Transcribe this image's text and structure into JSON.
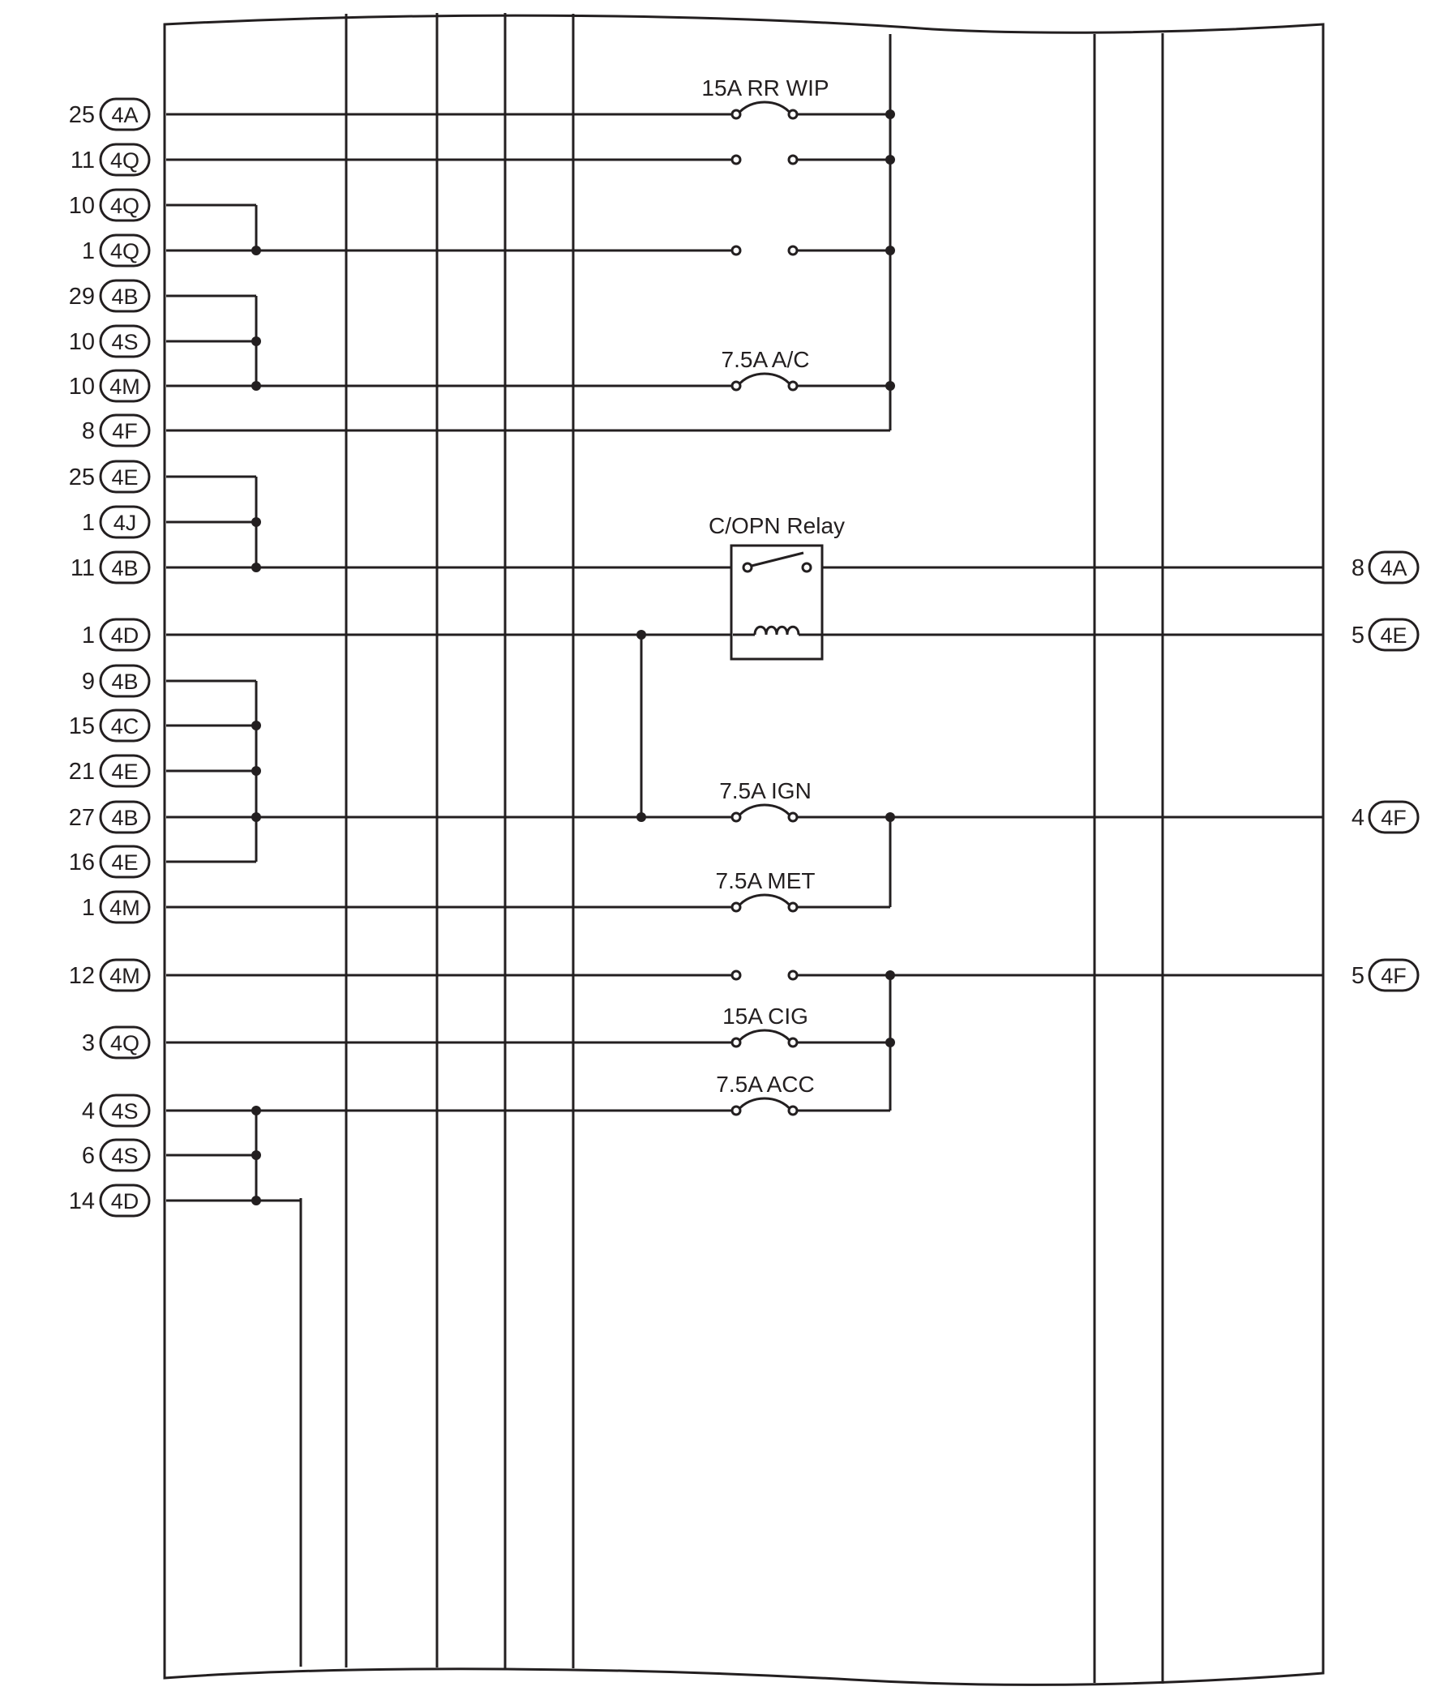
{
  "left_connectors": [
    {
      "pin": "25",
      "conn": "4A"
    },
    {
      "pin": "11",
      "conn": "4Q"
    },
    {
      "pin": "10",
      "conn": "4Q"
    },
    {
      "pin": "1",
      "conn": "4Q"
    },
    {
      "pin": "29",
      "conn": "4B"
    },
    {
      "pin": "10",
      "conn": "4S"
    },
    {
      "pin": "10",
      "conn": "4M"
    },
    {
      "pin": "8",
      "conn": "4F"
    },
    {
      "pin": "25",
      "conn": "4E"
    },
    {
      "pin": "1",
      "conn": "4J"
    },
    {
      "pin": "11",
      "conn": "4B"
    },
    {
      "pin": "1",
      "conn": "4D"
    },
    {
      "pin": "9",
      "conn": "4B"
    },
    {
      "pin": "15",
      "conn": "4C"
    },
    {
      "pin": "21",
      "conn": "4E"
    },
    {
      "pin": "27",
      "conn": "4B"
    },
    {
      "pin": "16",
      "conn": "4E"
    },
    {
      "pin": "1",
      "conn": "4M"
    },
    {
      "pin": "12",
      "conn": "4M"
    },
    {
      "pin": "3",
      "conn": "4Q"
    },
    {
      "pin": "4",
      "conn": "4S"
    },
    {
      "pin": "6",
      "conn": "4S"
    },
    {
      "pin": "14",
      "conn": "4D"
    }
  ],
  "right_connectors": [
    {
      "pin": "8",
      "conn": "4A"
    },
    {
      "pin": "5",
      "conn": "4E"
    },
    {
      "pin": "4",
      "conn": "4F"
    },
    {
      "pin": "5",
      "conn": "4F"
    }
  ],
  "fuses": {
    "rr_wip": "15A RR WIP",
    "ac": "7.5A A/C",
    "ign": "7.5A IGN",
    "met": "7.5A MET",
    "cig": "15A CIG",
    "acc": "7.5A ACC"
  },
  "relay": {
    "label": "C/OPN Relay"
  },
  "colors": {
    "line": "#231f20",
    "background": "#ffffff"
  }
}
